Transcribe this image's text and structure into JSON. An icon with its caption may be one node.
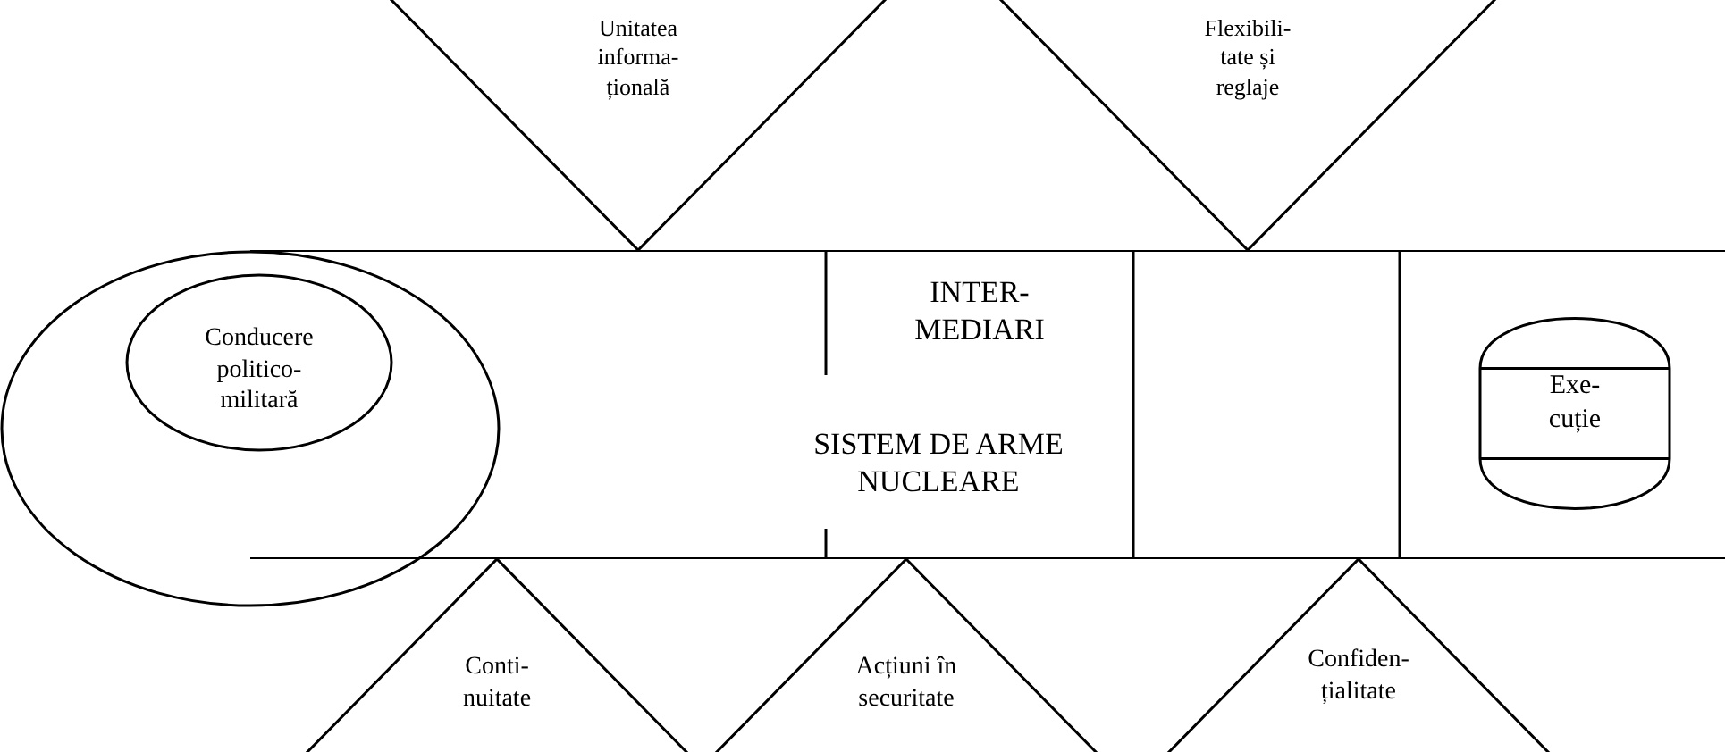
{
  "diagram": {
    "nodes": [
      {
        "text": [
          "Unitatea informa-țională"
        ]
      },
      {
        "text": [
          "Flexibili-tate și reglaje"
        ]
      },
      {
        "text": [],
        "shape": "circle"
      },
      {
        "text": [
          "Conducere politico-militară"
        ],
        "in": 2
      },
      {
        "text": [
          "SISTEM DE ARME NUCLEARE"
        ]
      },
      {
        "text": [
          "INTER-MEDIARI"
        ],
        "in": 4
      },
      {
        "text": [
          "Exe-cuție"
        ],
        "in": 4
      },
      {
        "text": [
          "Conti-nuitate"
        ]
      },
      {
        "text": [
          "Acțiuni în securitate"
        ]
      },
      {
        "text": [
          "Confiden-țialitate"
        ]
      }
    ]
  }
}
